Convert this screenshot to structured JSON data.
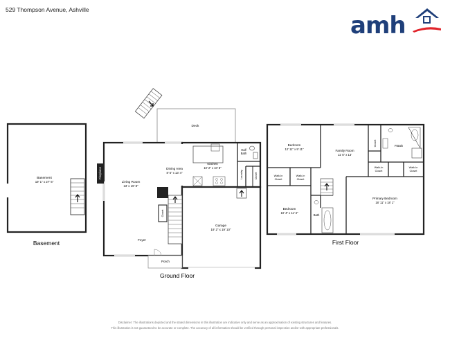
{
  "address": "529 Thompson Avenue, Ashville",
  "logo": {
    "text": "amh",
    "brand_color": "#1f3f7a",
    "accent_color": "#e1242b"
  },
  "floors": {
    "basement": {
      "title": "Basement",
      "rooms": [
        {
          "name": "Basement",
          "dims": "19' 1\" x 27' 6\""
        }
      ]
    },
    "ground": {
      "title": "Ground Floor",
      "rooms": [
        {
          "name": "Deck",
          "dims": ""
        },
        {
          "name": "Kitchen",
          "dims": "10' 2\" x 10' 8\""
        },
        {
          "name": "Half Bath",
          "dims": ""
        },
        {
          "name": "Dining Area",
          "dims": "8' 6\" x 13' 4\""
        },
        {
          "name": "Living Room",
          "dims": "13' x 19' 8\""
        },
        {
          "name": "Fireplace",
          "dims": ""
        },
        {
          "name": "Laundry",
          "dims": ""
        },
        {
          "name": "Closet",
          "dims": ""
        },
        {
          "name": "Closet",
          "dims": ""
        },
        {
          "name": "Garage",
          "dims": "19' 2\" x 19' 10\""
        },
        {
          "name": "Foyer",
          "dims": ""
        },
        {
          "name": "Porch",
          "dims": ""
        }
      ]
    },
    "first": {
      "title": "First Floor",
      "rooms": [
        {
          "name": "Bedroom",
          "dims": "12' 11\" x 9' 11\""
        },
        {
          "name": "Family Room",
          "dims": "11' 5\" x 13'"
        },
        {
          "name": "Closet",
          "dims": ""
        },
        {
          "name": "P.Bath",
          "dims": ""
        },
        {
          "name": "Walk-In Closet",
          "dims": ""
        },
        {
          "name": "Walk-In Closet",
          "dims": ""
        },
        {
          "name": "Walk-In Closet",
          "dims": ""
        },
        {
          "name": "Walk-In Closet",
          "dims": ""
        },
        {
          "name": "Bedroom",
          "dims": "10' 4\" x 11' 3\""
        },
        {
          "name": "Bath",
          "dims": ""
        },
        {
          "name": "Primary Bedroom",
          "dims": "18' 11\" x 18' 1\""
        }
      ]
    }
  },
  "disclaimer": [
    "Disclaimer: The illustrations depicted and the stated dimensions in this illustration are indicative only and serve as an approximation of existing structures and features.",
    "This illustration is not guaranteed to be accurate or complete. The accuracy of all information should be verified through personal inspection and/or with appropriate professionals."
  ]
}
